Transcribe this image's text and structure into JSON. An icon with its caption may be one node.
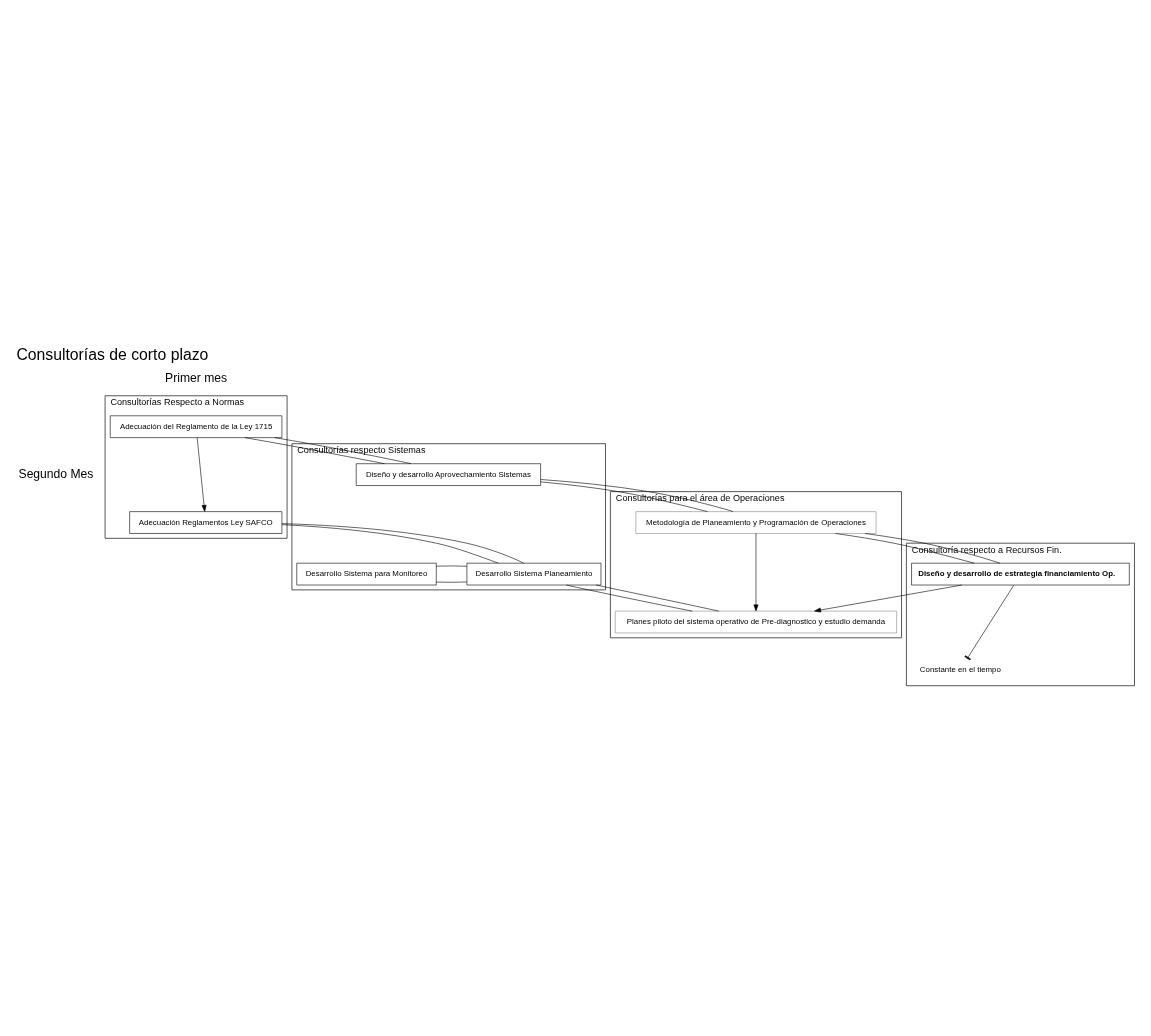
{
  "diagram": {
    "title": "Consultorías de corto plazo",
    "nodes": [
      {
        "text": [
          "Consultorías Respecto a Normas"
        ]
      },
      {
        "text": [
          "Adecuación del Reglamento de la Ley 1715"
        ],
        "in": 0
      },
      {
        "text": [
          "Adecuación Reglamentos Ley SAFCO"
        ],
        "in": 0
      },
      {
        "text": [
          "Consultorías respecto Sistemas"
        ]
      },
      {
        "text": [
          "Diseño y desarrollo Aprovechamiento Sistemas"
        ],
        "in": 3
      },
      {
        "text": [
          "Desarrollo Sistema Planeamiento"
        ],
        "in": 3
      },
      {
        "text": [
          "Desarrollo Sistema para Monitoreo"
        ],
        "in": 3
      },
      {
        "text": [
          "Consultorías para el área de Operaciones"
        ]
      },
      {
        "text": [
          "Metodología de Planeamiento y Programación de Operaciones"
        ],
        "in": 7
      },
      {
        "text": [
          "Planes piloto del sistema operativo de Pre-diagnostico y estudio demanda"
        ],
        "in": 7
      },
      {
        "text": [
          "Consultoría respecto a Recursos Fin."
        ]
      },
      {
        "text": [
          "Diseño y desarrollo de estrategia financiamiento Op."
        ],
        "in": 10
      },
      {
        "text": [
          "Constante en el tiempo"
        ],
        "in": 10
      }
    ],
    "edges": [
      {
        "from": 1,
        "to": 2,
        "arrow": "to"
      },
      {
        "from": 1,
        "to": 4,
        "arrow": "none"
      },
      {
        "from": 1,
        "to": 4,
        "arrow": "none"
      },
      {
        "from": 2,
        "to": 5,
        "arrow": "none"
      },
      {
        "from": 2,
        "to": 5,
        "arrow": "none"
      },
      {
        "from": 5,
        "to": 6,
        "arrow": "none"
      },
      {
        "from": 5,
        "to": 6,
        "arrow": "none"
      },
      {
        "from": 4,
        "to": 8,
        "arrow": "none"
      },
      {
        "from": 4,
        "to": 8,
        "arrow": "none"
      },
      {
        "from": 5,
        "to": 9,
        "arrow": "none"
      },
      {
        "from": 5,
        "to": 9,
        "arrow": "none"
      },
      {
        "from": 8,
        "to": 9,
        "arrow": "to"
      },
      {
        "from": 8,
        "to": 11,
        "arrow": "none"
      },
      {
        "from": 8,
        "to": 11,
        "arrow": "none"
      },
      {
        "from": 11,
        "to": 9,
        "arrow": "to"
      },
      {
        "from": 11,
        "to": 12,
        "arrow": "other"
      }
    ],
    "labels": [
      "Primer mes",
      "Segundo Mes"
    ]
  }
}
